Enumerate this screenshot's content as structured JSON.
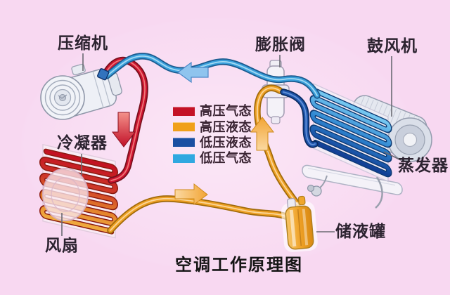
{
  "title": "空调工作原理图",
  "components": {
    "compressor": {
      "label": "压缩机"
    },
    "expansion_valve": {
      "label": "膨胀阀"
    },
    "blower": {
      "label": "鼓风机"
    },
    "condenser": {
      "label": "冷凝器"
    },
    "evaporator": {
      "label": "蒸发器"
    },
    "fan": {
      "label": "风扇"
    },
    "receiver_drier": {
      "label": "储液罐"
    }
  },
  "legend": {
    "items": [
      {
        "label": "高压气态",
        "color": "#c41226"
      },
      {
        "label": "高压液态",
        "color": "#f0a01a"
      },
      {
        "label": "低压液态",
        "color": "#1a4fa2"
      },
      {
        "label": "低压气态",
        "color": "#2fa8e0"
      }
    ]
  },
  "background_color": "#f8d8f1"
}
